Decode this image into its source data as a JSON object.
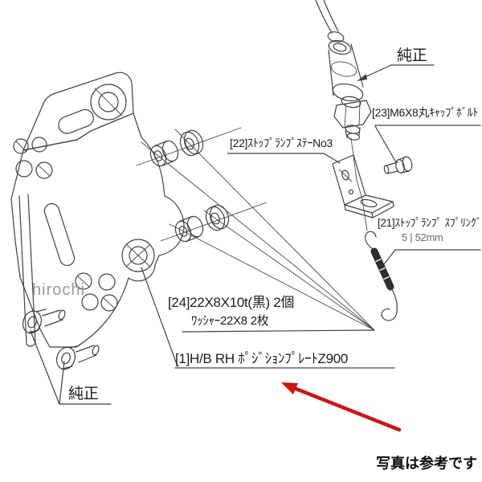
{
  "diagram": {
    "type": "exploded-parts-diagram",
    "watermark": "hirochi",
    "footer_note": "写真は参考です",
    "callouts": {
      "genuine_top": "純正",
      "genuine_bottom": "純正",
      "part23": "[23]M6X8丸ｷｬｯﾌﾟﾎﾞﾙﾄ",
      "part22": "[22]ｽﾄｯﾌﾟﾗﾝﾌﾟｽﾃｰNo3",
      "part21_line1": "[21]ｽﾄｯﾌﾟﾗﾝﾌﾟ ｽﾌﾟﾘﾝｸﾞ",
      "part21_line2": "5 | 52mm",
      "part24_line1": "[24]22X8X10t(黒)  2個",
      "part24_line2": "ﾜｯｼｬｰ22X8 2枚",
      "part1": "[1]H/B RH ﾎﾟｼﾞｼｮﾝﾌﾟﾚｰﾄZ900"
    },
    "parts_depicted": [
      "position-plate",
      "collar-spacer-x2",
      "washer-x2",
      "stop-lamp-stay",
      "m6x8-cap-bolt",
      "stop-lamp-spring",
      "stop-lamp-switch-with-cable",
      "socket-cap-bolt-x2"
    ],
    "colors": {
      "line": "#404040",
      "label": "#1c1c1c",
      "red_arrow": "#cd1512",
      "watermark": "#9a9a9a",
      "background": "#ffffff"
    },
    "icons": {
      "red_arrow": "red-arrow-pointer"
    }
  }
}
